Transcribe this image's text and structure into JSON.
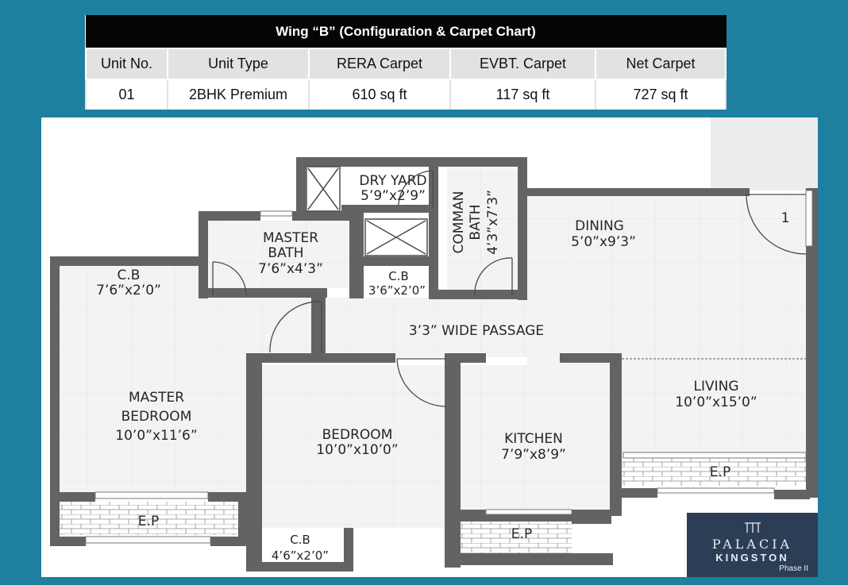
{
  "table": {
    "title": "Wing “B” (Configuration & Carpet Chart)",
    "headers": [
      "Unit No.",
      "Unit Type",
      "RERA Carpet",
      "EVBT. Carpet",
      "Net Carpet"
    ],
    "row": [
      "01",
      "2BHK Premium",
      "610 sq ft",
      "117 sq ft",
      "727 sq ft"
    ]
  },
  "plan": {
    "dry_yard": {
      "name": "DRY YARD",
      "size": "5’9”x2’9”"
    },
    "common_bath": {
      "name": "COMMAN",
      "name2": "BATH",
      "size": "4’3”x7’3”"
    },
    "master_bath": {
      "name": "MASTER",
      "name2": "BATH",
      "size": "7’6”x4’3”"
    },
    "cb_top_left": {
      "name": "C.B",
      "size": "7’6”x2’0”"
    },
    "cb_middle": {
      "name": "C.B",
      "size": "3’6”x2’0”"
    },
    "dining": {
      "name": "DINING",
      "size": "5’0”x9’3”"
    },
    "passage": {
      "label": "3’3” WIDE PASSAGE"
    },
    "master_bedroom": {
      "name": "MASTER",
      "name2": "BEDROOM",
      "size": "10’0”x11’6”"
    },
    "bedroom": {
      "name": "BEDROOM",
      "size": "10’0”x10’0”"
    },
    "kitchen": {
      "name": "KITCHEN",
      "size": "7’9”x8’9”"
    },
    "living": {
      "name": "LIVING",
      "size": "10’0”x15’0”"
    },
    "ep_master": {
      "label": "E.P"
    },
    "ep_kitchen": {
      "label": "E.P"
    },
    "ep_living": {
      "label": "E.P"
    },
    "cb_bottom": {
      "name": "C.B",
      "size": "4’6”x2’0”"
    },
    "unit_number": "1"
  },
  "logo": {
    "name": "PALACIA",
    "sub": "KINGSTON",
    "phase": "Phase II"
  },
  "colors": {
    "background": "#1f7f9e",
    "wall": "#636363",
    "header_bar": "#050505",
    "logo_bg": "#2c3e55"
  }
}
